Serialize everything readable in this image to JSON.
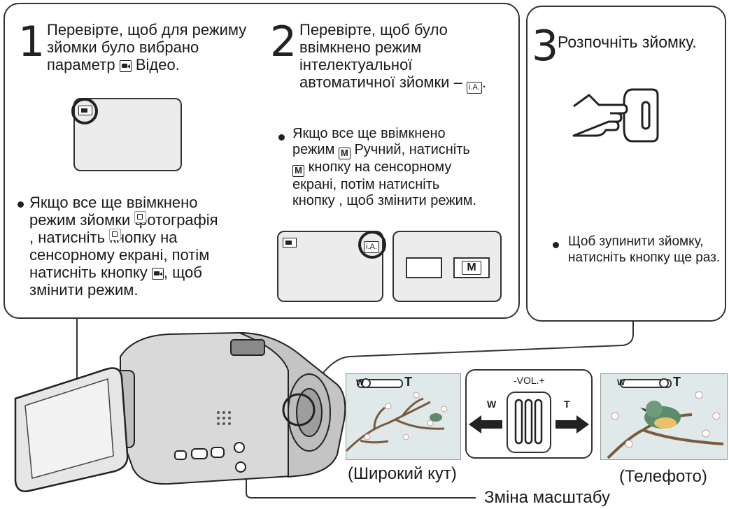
{
  "steps": [
    {
      "number": "1",
      "title": "Перевірте, щоб для режиму зйомки було вибрано параметр",
      "title_icon": "video-icon",
      "title_end": "Відео.",
      "note_lines": [
        "Якщо все ще ввімкнено",
        "режим зйомки",
        "фотографія",
        ", натисніть",
        "кнопку на",
        "сенсорному екрані, потім",
        "натисніть кнопку",
        ", щоб",
        "змінити режим."
      ]
    },
    {
      "number": "2",
      "title_lines": [
        "Перевірте, щоб було",
        "ввімкнено режим",
        "інтелектуальної",
        "автоматичної зйомки –"
      ],
      "ia_label": "i.A.",
      "note_lines": [
        "Якщо все ще ввімкнено",
        "режим",
        "Ручний, натисніть",
        "кнопку на сенсорному",
        "екрані, потім натисніть",
        "кнопку , щоб змінити режим."
      ],
      "m_label": "M"
    },
    {
      "number": "3",
      "title": "Розпочніть зйомку.",
      "note_lines": [
        "Щоб зупинити зйомку,",
        "натисніть кнопку ще раз."
      ]
    }
  ],
  "zoom": {
    "lever_label": "-VOL.+",
    "w": "W",
    "t": "T",
    "wide_caption": "(Широкий кут)",
    "tele_caption": "(Телефото)",
    "callout": "Зміна масштабу"
  },
  "colors": {
    "stroke": "#333333",
    "screen": "#ececec",
    "photo_bg": "#dfe9ea"
  }
}
